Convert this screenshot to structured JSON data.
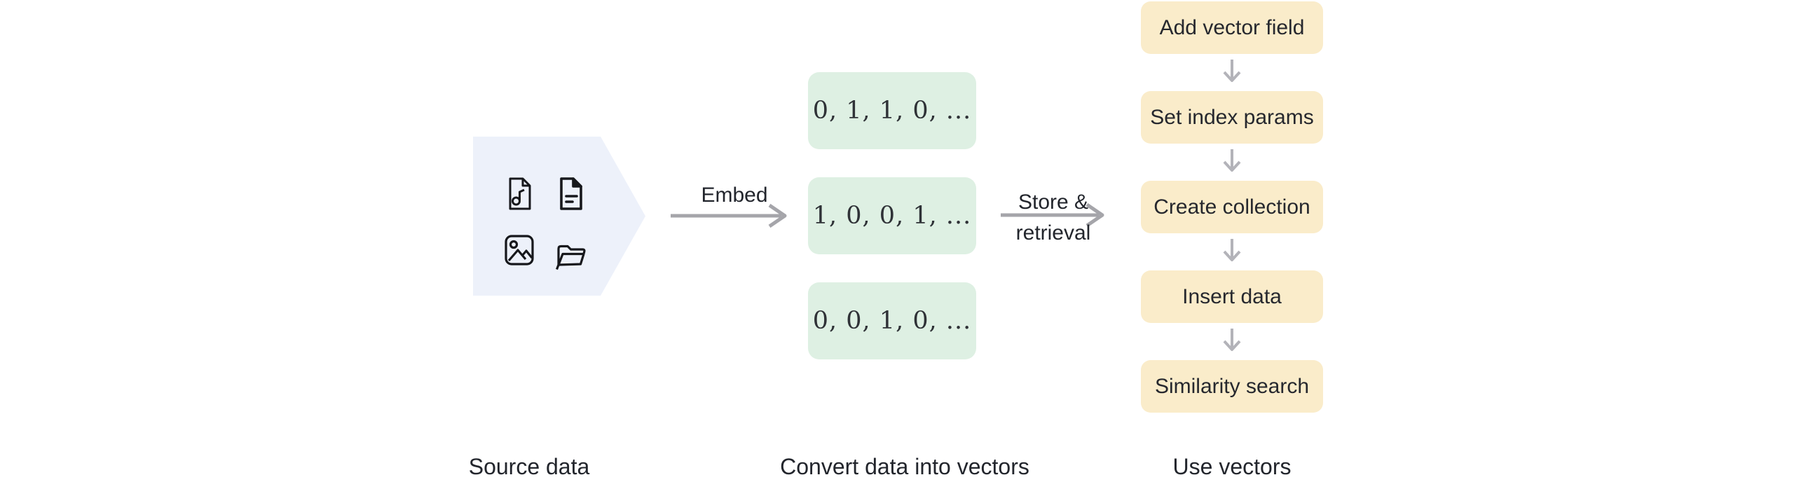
{
  "colors": {
    "canvas-bg": "#ffffff",
    "pentagon-fill": "#edf1fa",
    "vector-box-fill": "#def0e3",
    "step-box-fill": "#faecca",
    "arrow-gray": "#a5a5aa",
    "flow-arrow-gray": "#b3b3b9",
    "heading-text": "#22252c",
    "step-text": "#26282e",
    "vector-text": "#2f3237",
    "icon-stroke": "#17181c"
  },
  "source": {
    "caption": "Source data",
    "icons": [
      {
        "name": "audio-file-icon"
      },
      {
        "name": "document-icon"
      },
      {
        "name": "image-icon"
      },
      {
        "name": "folder-icon"
      }
    ]
  },
  "embed": {
    "label": "Embed"
  },
  "vectors": {
    "caption": "Convert data into vectors",
    "boxes": [
      "0, 1, 1, 0, ...",
      "1, 0, 0, 1, ...",
      "0, 0, 1, 0, ..."
    ]
  },
  "store": {
    "label_line1": "Store &",
    "label_line2": "retrieval"
  },
  "use": {
    "caption": "Use vectors",
    "steps": [
      "Add vector field",
      "Set index params",
      "Create collection",
      "Insert data",
      "Similarity search"
    ]
  }
}
